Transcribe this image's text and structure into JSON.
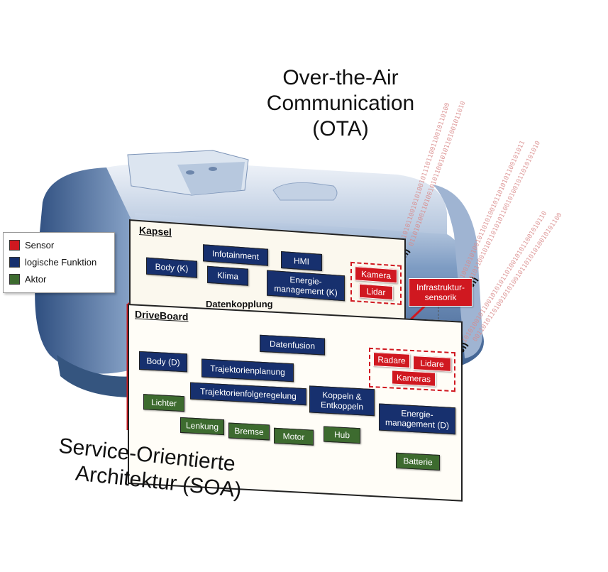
{
  "titles": {
    "ota_line1": "Over-the-Air",
    "ota_line2": "Communication",
    "ota_line3": "(OTA)",
    "soa_line1": "Service-Orientierte",
    "soa_line2": "Architektur (SOA)"
  },
  "colors": {
    "sensor": "#d01820",
    "function": "#17306e",
    "actuator": "#3d6b2f",
    "capsule_body": "#6f8fb8",
    "binary_stream": "#d98a8a"
  },
  "legend": [
    {
      "label": "Sensor",
      "color": "#d01820"
    },
    {
      "label": "logische Funktion",
      "color": "#17306e"
    },
    {
      "label": "Aktor",
      "color": "#3d6b2f"
    }
  ],
  "kapsel": {
    "title": "Kapsel",
    "infotainment": "Infotainment",
    "hmi": "HMI",
    "body_k": "Body (K)",
    "klima": "Klima",
    "energie_k_1": "Energie-",
    "energie_k_2": "management (K)",
    "kamera": "Kamera",
    "lidar": "Lidar"
  },
  "datenkopplung": "Datenkopplung",
  "infrastruktur": {
    "line1": "Infrastruktur-",
    "line2": "sensorik"
  },
  "driveboard": {
    "title": "DriveBoard",
    "datenfusion": "Datenfusion",
    "body_d": "Body (D)",
    "trajektorienplanung": "Trajektorienplanung",
    "trajektorienfolgeregelung": "Trajektorienfolgeregelung",
    "koppeln_1": "Koppeln &",
    "koppeln_2": "Entkoppeln",
    "energie_d_1": "Energie-",
    "energie_d_2": "management (D)",
    "lichter": "Lichter",
    "lenkung": "Lenkung",
    "bremse": "Bremse",
    "motor": "Motor",
    "hub": "Hub",
    "batterie": "Batterie",
    "radare": "Radare",
    "lidare": "Lidare",
    "kameras": "Kameras"
  },
  "binary": [
    "1011010110010101001011101100110010110100",
    "0110101001101001010110010101101001011010",
    "1100101010010110101001011010101100101011",
    "0101100101011010101100101001011010101010",
    "1010100101100101010110100101011001010110",
    "0011010110100101010010110101010010101100"
  ]
}
